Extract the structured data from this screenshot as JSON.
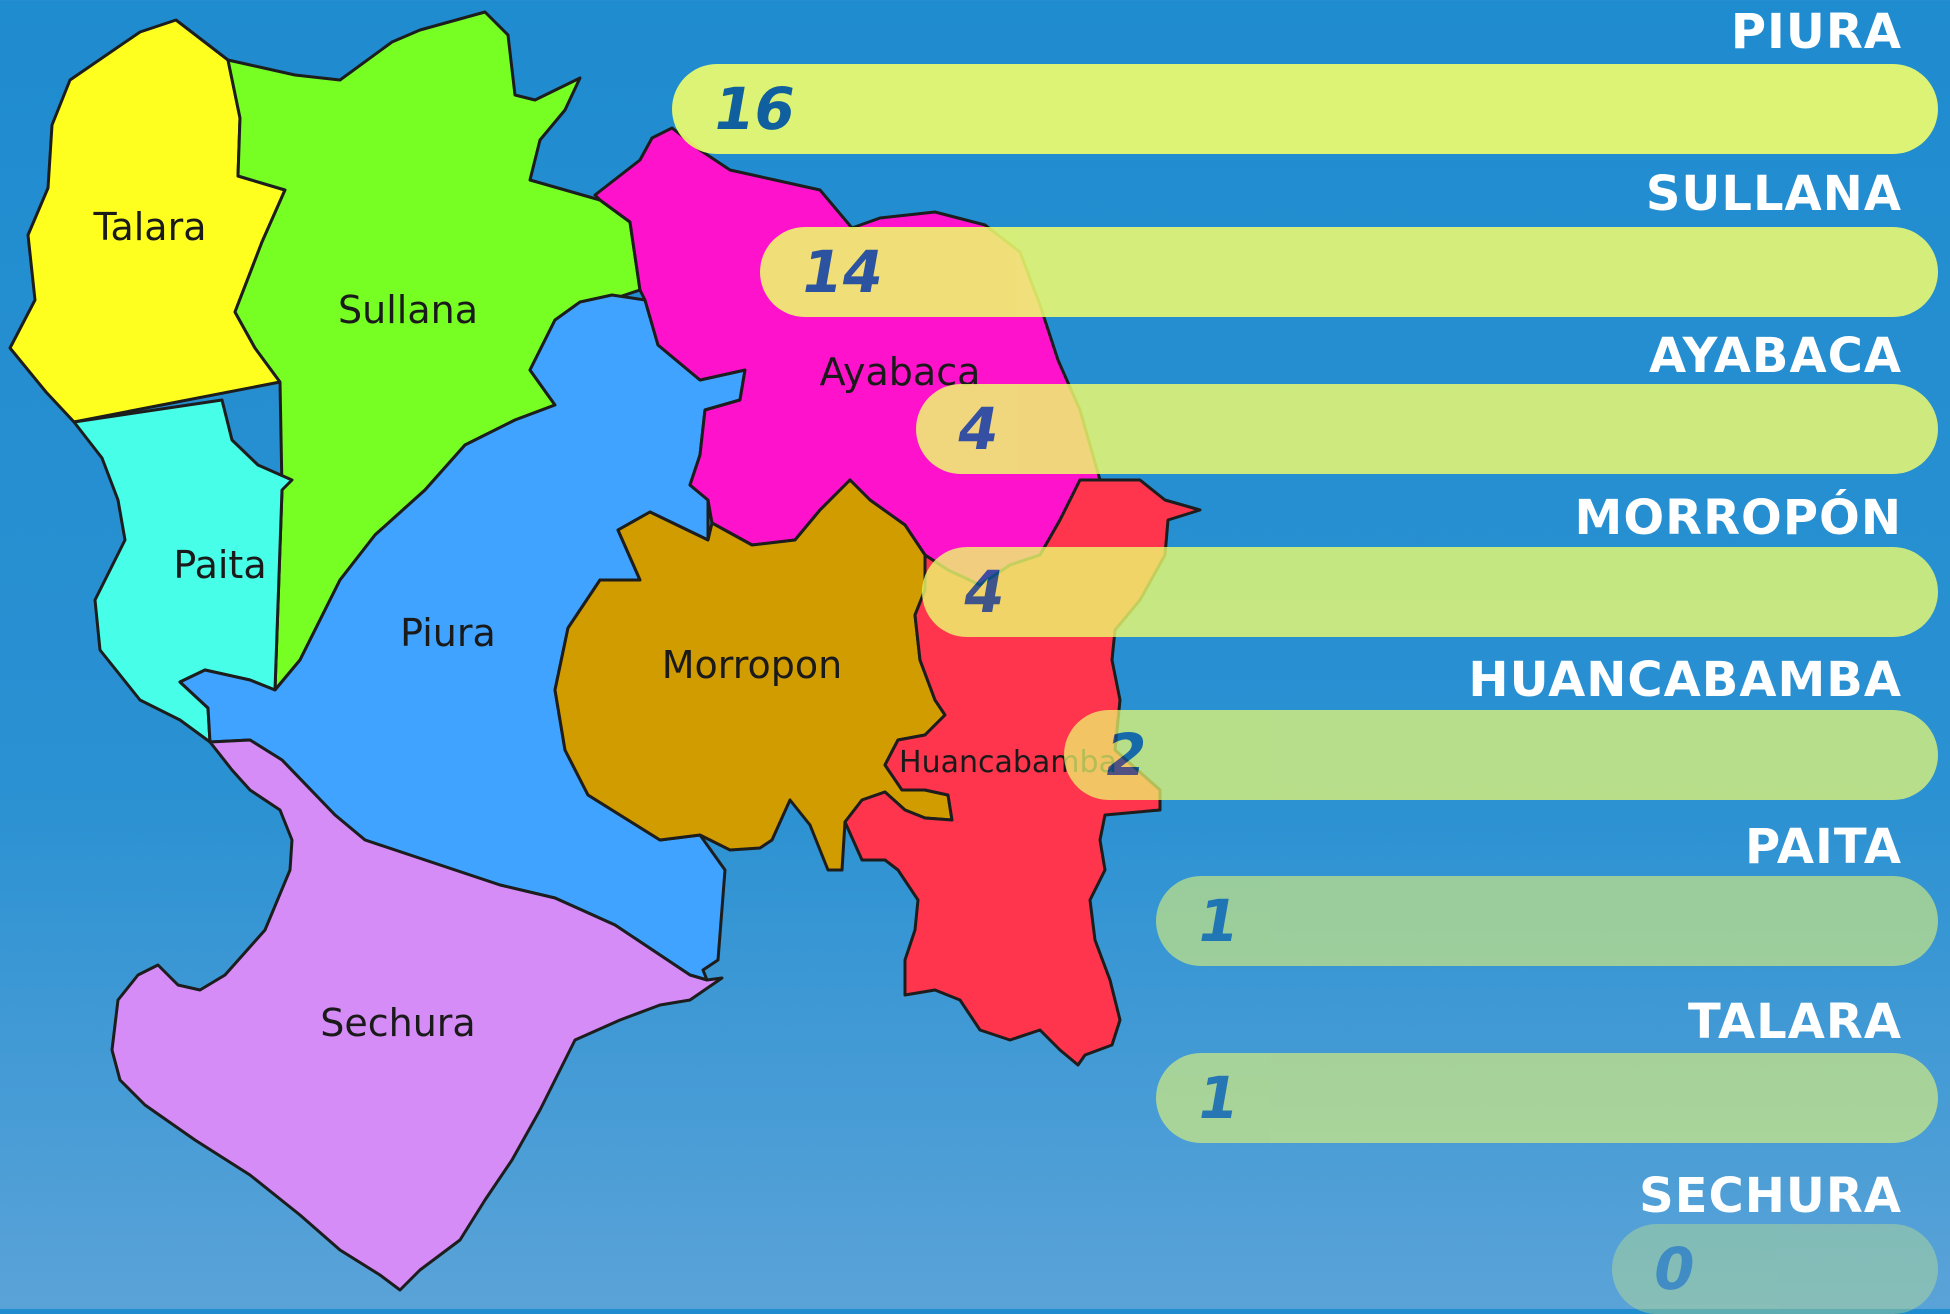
{
  "map": {
    "regions": [
      {
        "id": "talara",
        "label": "Talara",
        "color": "#ffff1f"
      },
      {
        "id": "sullana",
        "label": "Sullana",
        "color": "#77ff24"
      },
      {
        "id": "paita",
        "label": "Paita",
        "color": "#47ffe8"
      },
      {
        "id": "piura",
        "label": "Piura",
        "color": "#3fa3ff"
      },
      {
        "id": "ayabaca",
        "label": "Ayabaca",
        "color": "#ff12cc"
      },
      {
        "id": "morropon",
        "label": "Morropon",
        "color": "#d19c00"
      },
      {
        "id": "huancabamba",
        "label": "Huancabamba",
        "color": "#ff354d"
      },
      {
        "id": "sechura",
        "label": "Sechura",
        "color": "#d68cf7"
      }
    ]
  },
  "ranking": {
    "bar_color": "#eefc6e",
    "value_color": "#0f5c9a",
    "items": [
      {
        "name": "PIURA",
        "value": 16
      },
      {
        "name": "SULLANA",
        "value": 14
      },
      {
        "name": "AYABACA",
        "value": 4
      },
      {
        "name": "MORROPÓN",
        "value": 4
      },
      {
        "name": "HUANCABAMBA",
        "value": 2
      },
      {
        "name": "PAITA",
        "value": 1
      },
      {
        "name": "TALARA",
        "value": 1
      },
      {
        "name": "SECHURA",
        "value": 0
      }
    ]
  }
}
